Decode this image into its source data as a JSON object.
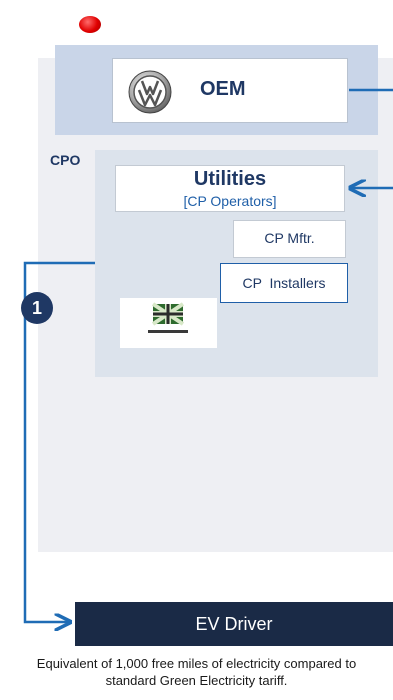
{
  "diagram": {
    "oem": {
      "label": "OEM",
      "logo": "volkswagen-logo"
    },
    "cpo": {
      "label": "CPO",
      "utilities": {
        "title": "Utilities",
        "subtitle": "[CP Operators]"
      },
      "cp_manufacturer": {
        "label": "CP Mftr."
      },
      "cp_installers": {
        "label": "CP  Installers"
      },
      "logo": "ecotricity-union-jack-logo"
    },
    "step_badge": "1",
    "ev_driver": {
      "label": "EV Driver"
    },
    "footnote": "Equivalent of 1,000 free miles of electricity compared to standard Green Electricity tariff."
  },
  "colors": {
    "navy": "#1f3864",
    "connector_blue": "#1f6cb5",
    "oem_band": "#c9d5e8",
    "cpo_panel": "#dce3ec",
    "outer_panel": "#eeeff3",
    "ev_driver_bg": "#1a2a46",
    "red_marker": "#e00000"
  }
}
